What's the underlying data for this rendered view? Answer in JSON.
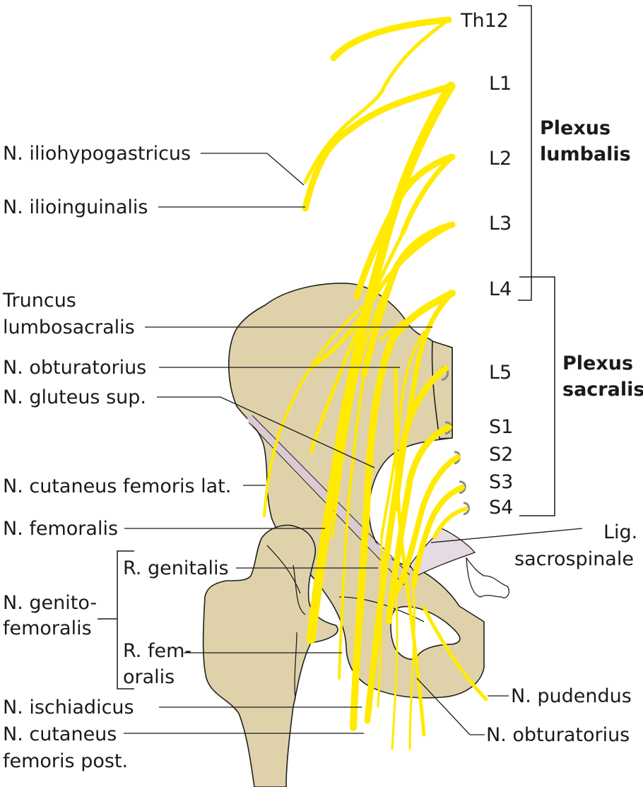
{
  "segments": {
    "th12": "Th12",
    "l1": "L1",
    "l2": "L2",
    "l3": "L3",
    "l4": "L4",
    "l5": "L5",
    "s1": "S1",
    "s2": "S2",
    "s3": "S3",
    "s4": "S4"
  },
  "groups": {
    "lumbalis_line1": "Plexus",
    "lumbalis_line2": "lumbalis",
    "sacralis_line1": "Plexus",
    "sacralis_line2": "sacralis"
  },
  "labels": {
    "iliohypogastricus": "N. iliohypogastricus",
    "ilioinguinalis": "N. ilioinguinalis",
    "truncus_line1": "Truncus",
    "truncus_line2": "lumbosacralis",
    "obturatorius_upper": "N. obturatorius",
    "gluteus_sup": "N. gluteus sup.",
    "cutaneus_fem_lat": "N. cutaneus femoris lat.",
    "femoralis": "N. femoralis",
    "r_genitalis": "R. genitalis",
    "genitofem_line1": "N. genito-",
    "genitofem_line2": "femoralis",
    "r_femoralis_line1": "R. fem-",
    "r_femoralis_line2": "oralis",
    "ischiadicus": "N. ischiadicus",
    "cut_fem_post_line1": "N. cutaneus",
    "cut_fem_post_line2": "femoris post.",
    "lig_line1": "Lig.",
    "lig_line2": "sacrospinale",
    "pudendus": "N. pudendus",
    "obturatorius_lower": "N. obturatorius"
  },
  "colors": {
    "nerve": "#ffea00",
    "bone": "#dfd2aa",
    "ligament": "#e6dbe2",
    "lines": "#1a1a1a"
  }
}
